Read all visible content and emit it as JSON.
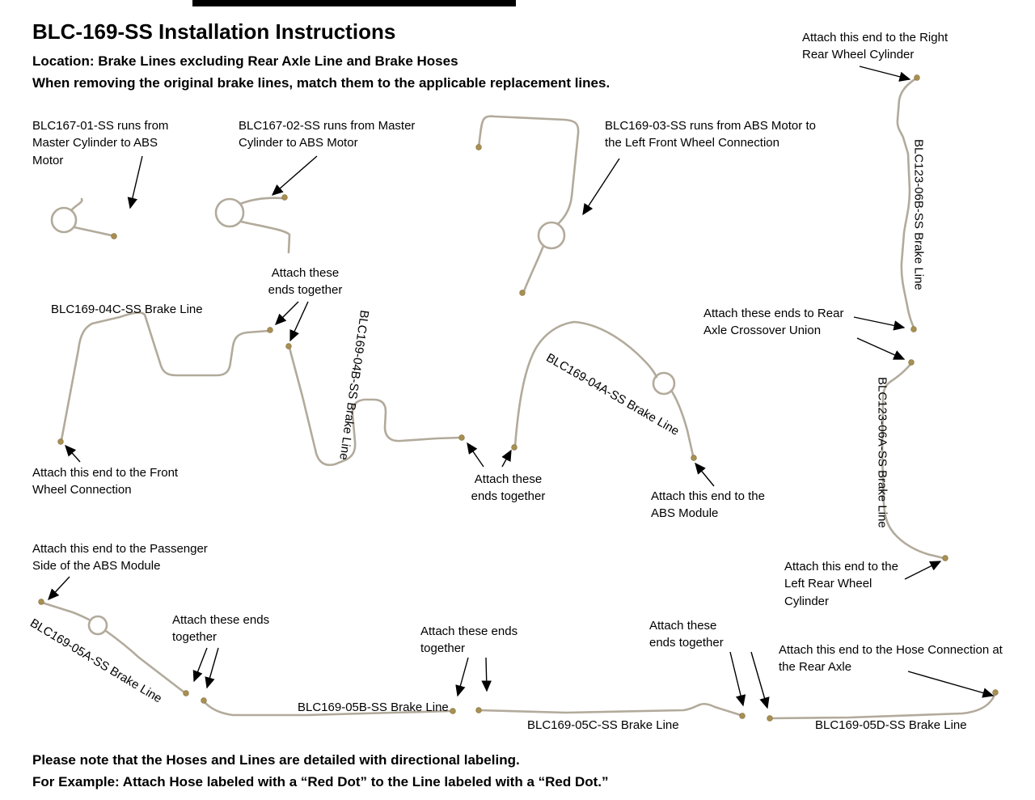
{
  "header": {
    "title": "BLC-169-SS Installation Instructions",
    "subtitle_location": "Location: Brake Lines excluding Rear Axle Line and Brake Hoses",
    "subtitle_note": "When removing the original brake lines, match them to the applicable replacement lines."
  },
  "annotations": {
    "attach_right_rear_wheel": "Attach this end to the Right Rear Wheel Cylinder",
    "blc167_01": "BLC167-01-SS runs from Master Cylinder to ABS Motor",
    "blc167_02": "BLC167-02-SS runs from Master Cylinder to ABS Motor",
    "blc169_03": "BLC169-03-SS runs from ABS Motor to the Left Front Wheel Connection",
    "blc123_06b": "BLC123-06B-SS Brake Line",
    "attach_ends_top": "Attach these ends together",
    "blc169_04c": "BLC169-04C-SS Brake Line",
    "blc169_04b": "BLC169-04B-SS Brake Line",
    "attach_rear_axle_union": "Attach these ends to Rear Axle Crossover Union",
    "blc169_04a": "BLC169-04A-SS Brake Line",
    "blc123_06a": "BLC123-06A-SS Brake Line",
    "attach_front_wheel": "Attach this end to the Front Wheel Connection",
    "attach_ends_mid": "Attach these ends together",
    "attach_abs_module": "Attach this end to the ABS Module",
    "attach_passenger_abs": "Attach this end to the Passenger Side of the ABS Module",
    "attach_left_rear_wheel": "Attach this end to the Left Rear Wheel Cylinder",
    "blc169_05a": "BLC169-05A-SS Brake Line",
    "attach_ends_b1": "Attach these ends together",
    "attach_ends_b2": "Attach these ends together",
    "attach_ends_b3": "Attach these ends together",
    "attach_hose_rear_axle": "Attach this end to the Hose Connection at the Rear Axle",
    "blc169_05b": "BLC169-05B-SS Brake Line",
    "blc169_05c": "BLC169-05C-SS Brake Line",
    "blc169_05d": "BLC169-05D-SS Brake Line"
  },
  "footer": {
    "note1": "Please note that the Hoses and Lines are detailed with directional labeling.",
    "note2": "For Example: Attach Hose labeled with a “Red Dot” to the Line labeled with a “Red Dot.”"
  },
  "colors": {
    "line": "#b2aa9b",
    "fitting": "#a88f52",
    "arrow": "#000000"
  }
}
